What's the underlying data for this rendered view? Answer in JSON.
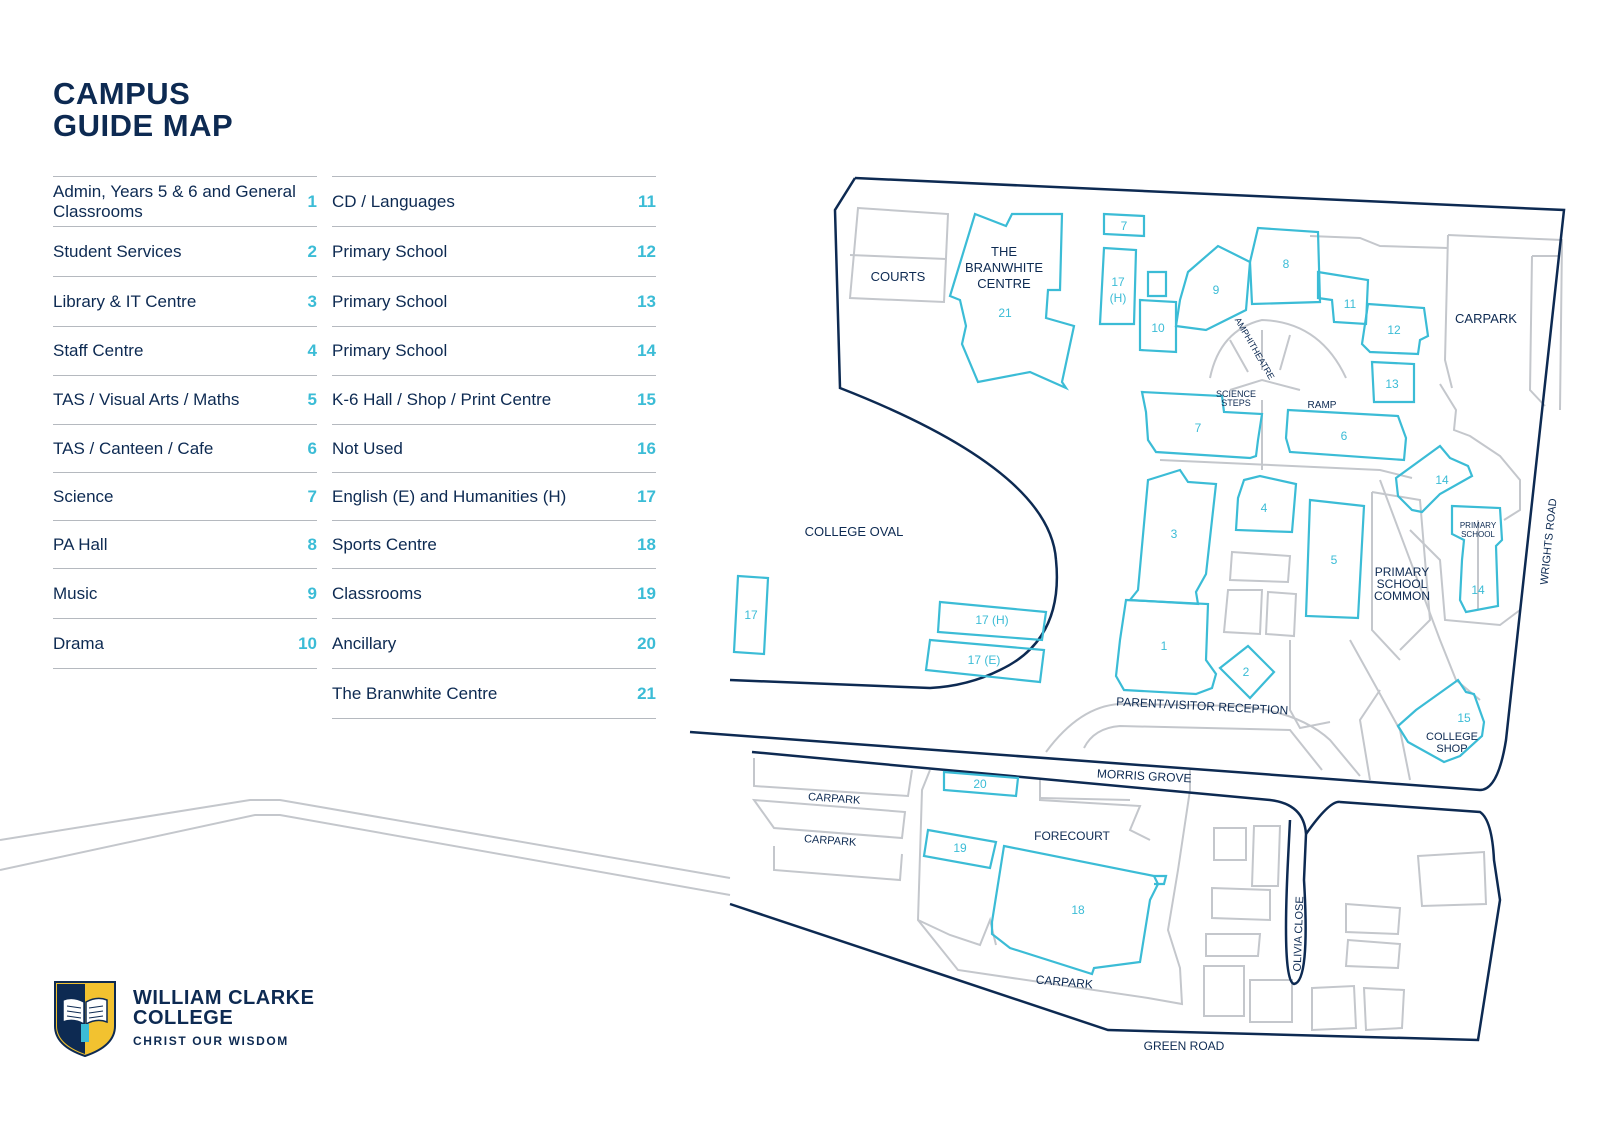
{
  "title": {
    "line1": "CAMPUS",
    "line2": "GUIDE MAP"
  },
  "legend": {
    "left": [
      {
        "label": "Admin, Years 5 & 6 and General Classrooms",
        "num": "1"
      },
      {
        "label": "Student Services",
        "num": "2"
      },
      {
        "label": "Library & IT Centre",
        "num": "3"
      },
      {
        "label": "Staff Centre",
        "num": "4"
      },
      {
        "label": "TAS / Visual Arts / Maths",
        "num": "5"
      },
      {
        "label": "TAS / Canteen / Cafe",
        "num": "6"
      },
      {
        "label": "Science",
        "num": "7"
      },
      {
        "label": "PA Hall",
        "num": "8"
      },
      {
        "label": "Music",
        "num": "9"
      },
      {
        "label": "Drama",
        "num": "10"
      }
    ],
    "right": [
      {
        "label": "CD / Languages",
        "num": "11"
      },
      {
        "label": "Primary School",
        "num": "12"
      },
      {
        "label": "Primary School",
        "num": "13"
      },
      {
        "label": "Primary School",
        "num": "14"
      },
      {
        "label": "K-6 Hall / Shop / Print Centre",
        "num": "15"
      },
      {
        "label": "Not Used",
        "num": "16"
      },
      {
        "label": "English (E) and Humanities (H)",
        "num": "17"
      },
      {
        "label": "Sports Centre",
        "num": "18"
      },
      {
        "label": "Classrooms",
        "num": "19"
      },
      {
        "label": "Ancillary",
        "num": "20"
      },
      {
        "label": "The Branwhite Centre",
        "num": "21"
      }
    ]
  },
  "map": {
    "labels": {
      "courts": "COURTS",
      "branwhite_1": "THE",
      "branwhite_2": "BRANWHITE",
      "branwhite_3": "CENTRE",
      "carpark_ne": "CARPARK",
      "amphitheatre": "AMPHITHEATRE",
      "science_steps_1": "SCIENCE",
      "science_steps_2": "STEPS",
      "ramp": "RAMP",
      "college_oval": "COLLEGE OVAL",
      "primary_school_1": "PRIMARY",
      "primary_school_2": "SCHOOL",
      "psc_1": "PRIMARY",
      "psc_2": "SCHOOL",
      "psc_3": "COMMON",
      "wrights_road": "WRIGHTS ROAD",
      "parent_reception": "PARENT/VISITOR RECEPTION",
      "college_shop_1": "COLLEGE",
      "college_shop_2": "SHOP",
      "morris_grove": "MORRIS GROVE",
      "carpark_a": "CARPARK",
      "carpark_b": "CARPARK",
      "forecourt": "FORECOURT",
      "carpark_c": "CARPARK",
      "olivia_close": "OLIVIA CLOSE",
      "green_road": "GREEN ROAD"
    },
    "buildings": {
      "b21": "21",
      "b7a": "7",
      "b17h_n": "17",
      "b17h_n2": "(H)",
      "b9": "9",
      "b8": "8",
      "b11": "11",
      "b12": "12",
      "b10": "10",
      "b13": "13",
      "b7": "7",
      "b6": "6",
      "b14a": "14",
      "b4": "4",
      "b3": "3",
      "b5": "5",
      "b14b": "14",
      "b17w": "17",
      "b17h": "17 (H)",
      "b17e": "17 (E)",
      "b1": "1",
      "b2": "2",
      "b15": "15",
      "b20": "20",
      "b19": "19",
      "b18": "18"
    },
    "colors": {
      "boundary": "#0d2a52",
      "building": "#3bbcd6",
      "path": "#c4c7cc",
      "text": "#0d2a52"
    }
  },
  "logo": {
    "name_1": "WILLIAM CLARKE",
    "name_2": "COLLEGE",
    "motto": "CHRIST OUR WISDOM"
  }
}
